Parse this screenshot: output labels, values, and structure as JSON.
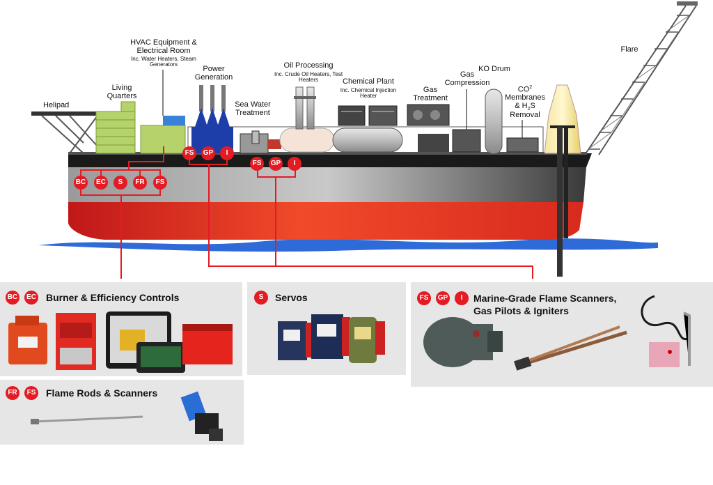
{
  "ship": {
    "labels": {
      "helipad": "Helipad",
      "living_quarters": "Living Quarters",
      "hvac_title": "HVAC Equipment & Electrical Room",
      "hvac_sub": "Inc. Water Heaters, Steam Generators",
      "power_generation": "Power Generation",
      "sea_water_treatment": "Sea Water Treatment",
      "oil_processing_title": "Oil Processing",
      "oil_processing_sub": "Inc. Crude Oil Heaters, Test Heaters",
      "chemical_plant_title": "Chemical Plant",
      "chemical_plant_sub": "Inc. Chemical Injection Heater",
      "gas_treatment": "Gas Treatment",
      "gas_compression": "Gas Compression",
      "ko_drum": "KO Drum",
      "co2_line1": "CO",
      "co2_sup": "2",
      "co2_line2": "Membranes",
      "co2_line3a": "& H",
      "co2_line3b": "2",
      "co2_line3c": "S",
      "co2_line4": "Removal",
      "flare": "Flare"
    },
    "badge_groups": {
      "quarters": [
        "BC",
        "EC",
        "S",
        "FR",
        "FS"
      ],
      "power": [
        "FS",
        "GP",
        "I"
      ],
      "processing": [
        "FS",
        "GP",
        "I"
      ]
    }
  },
  "panels": {
    "burner": {
      "badges": [
        "BC",
        "EC"
      ],
      "title": "Burner & Efficiency Controls"
    },
    "servos": {
      "badges": [
        "S"
      ],
      "title": "Servos"
    },
    "marine": {
      "badges": [
        "FS",
        "GP",
        "I"
      ],
      "title_line1": "Marine-Grade Flame Scanners,",
      "title_line2": "Gas Pilots & Igniters"
    },
    "flame": {
      "badges": [
        "FR",
        "FS"
      ],
      "title": "Flame Rods & Scanners"
    }
  },
  "colors": {
    "accent_red": "#e41b23",
    "hull_red": "#e63a26",
    "lime": "#b5d36a",
    "blue": "#1d3ea8",
    "sea": "#2f6bd8"
  }
}
